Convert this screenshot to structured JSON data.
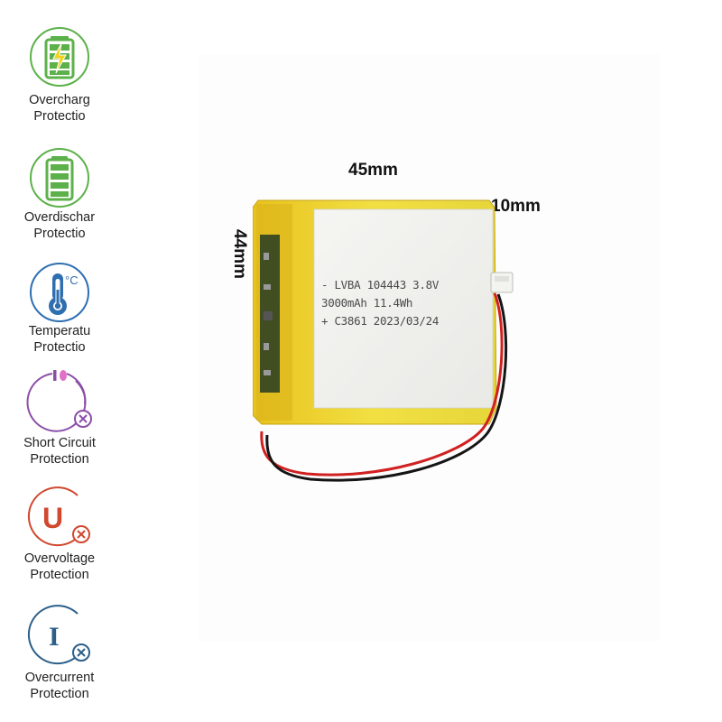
{
  "features": [
    {
      "icon": "battery-charging-icon",
      "line1": "Overcharg",
      "line2": "Protectio",
      "color": "#5db14a"
    },
    {
      "icon": "battery-full-icon",
      "line1": "Overdischar",
      "line2": "Protectio",
      "color": "#5db14a"
    },
    {
      "icon": "thermometer-icon",
      "line1": "Temperatu",
      "line2": "Protectio",
      "color": "#2f6fb0"
    },
    {
      "icon": "short-circuit-icon",
      "line1": "Short Circuit",
      "line2": "Protection",
      "color": "#8b4fa8"
    },
    {
      "icon": "overvoltage-u-icon",
      "line1": "Overvoltage",
      "line2": "Protection",
      "color": "#d0482e"
    },
    {
      "icon": "overcurrent-i-icon",
      "line1": "Overcurrent",
      "line2": "Protection",
      "color": "#2c5f8a"
    }
  ],
  "temp_unit": "°C",
  "voltage_symbol": "U",
  "current_symbol": "I",
  "dimensions": {
    "width": "45mm",
    "thickness": "10mm",
    "height": "44mm"
  },
  "cell": {
    "line1": "- LVBA 104443 3.8V",
    "line2": "3000mAh 11.4Wh",
    "line3": "+ C3861 2023/03/24"
  }
}
